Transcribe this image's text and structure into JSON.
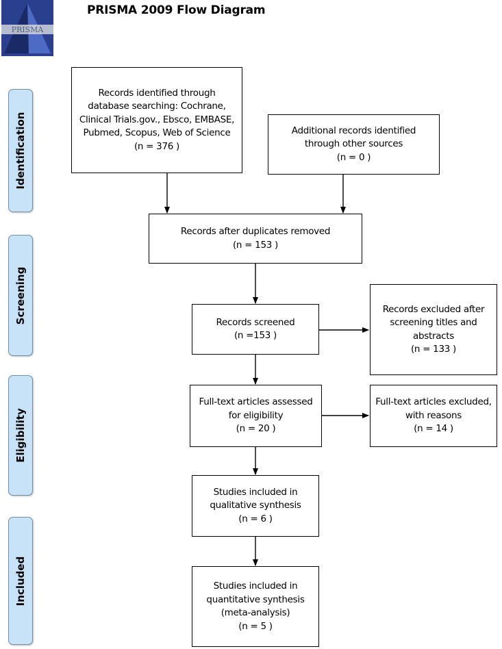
{
  "header": {
    "title": "PRISMA 2009 Flow Diagram",
    "logo_text": "PRISMA"
  },
  "stages": {
    "identification": "Identification",
    "screening": "Screening",
    "eligibility": "Eligibility",
    "included": "Included"
  },
  "boxes": {
    "records_identified": {
      "lines": [
        "Records identified through",
        "database searching: Cochrane,",
        "Clinical Trials.gov., Ebsco, EMBASE,",
        "Pubmed, Scopus, Web of Science",
        "(n = 376 )"
      ]
    },
    "additional_records": {
      "lines": [
        "Additional records identified",
        "through other sources",
        "(n = 0 )"
      ]
    },
    "duplicates_removed": {
      "lines": [
        "Records after duplicates removed",
        "(n = 153 )"
      ]
    },
    "records_screened": {
      "lines": [
        "Records screened",
        "(n =153  )"
      ]
    },
    "records_excluded": {
      "lines": [
        "Records excluded after",
        "screening titles and",
        "abstracts",
        "(n = 133  )"
      ]
    },
    "fulltext_assessed": {
      "lines": [
        "Full-text articles assessed",
        "for eligibility",
        "(n = 20 )"
      ]
    },
    "fulltext_excluded": {
      "lines": [
        "Full-text articles excluded,",
        "with reasons",
        "(n = 14 )"
      ]
    },
    "qualitative": {
      "lines": [
        "Studies included in",
        "qualitative synthesis",
        "(n = 6 )"
      ]
    },
    "quantitative": {
      "lines": [
        "Studies included in",
        "quantitative synthesis",
        "(meta-analysis)",
        "(n = 5 )"
      ]
    }
  }
}
